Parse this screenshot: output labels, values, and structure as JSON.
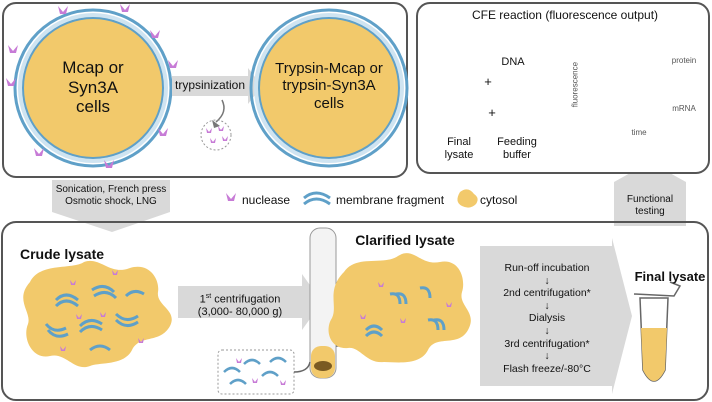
{
  "top_left": {
    "cell_left": [
      "Mcap or",
      "Syn3A",
      "cells"
    ],
    "process": "trypsinization",
    "cell_right": [
      "Trypsin-Mcap or",
      "trypsin-Syn3A",
      "cells"
    ]
  },
  "cfe": {
    "title": "CFE reaction (fluorescence output)",
    "dna": "DNA",
    "plus": "+",
    "final_lysate": [
      "Final",
      "lysate"
    ],
    "feeding_buffer": [
      "Feeding",
      "buffer"
    ],
    "y_axis": "fluorescence",
    "x_axis": "time",
    "series_protein": "protein",
    "series_mrna": "mRNA",
    "colors": {
      "protein": "#e35fd2",
      "mrna": "#6aa84f"
    }
  },
  "arrows": {
    "lysis": [
      "Sonication, French press",
      "Osmotic shock, LNG"
    ],
    "testing": [
      "Functional",
      "testing"
    ]
  },
  "legend": {
    "nuclease": "nuclease",
    "membrane": "membrane fragment",
    "cytosol": "cytosol"
  },
  "bottom": {
    "crude": "Crude lysate",
    "centrifugation_1": "centrifugation",
    "centrifugation_1_num": "1",
    "centrifugation_1_sup": "st",
    "centrifugation_1_range": "(3,000- 80,000 g)",
    "clarified": "Clarified lysate",
    "steps": [
      "Run-off incubation",
      "↓",
      "2nd centrifugation*",
      "↓",
      "Dialysis",
      "↓",
      "3rd centrifugation*",
      "↓",
      "Flash freeze/-80°C"
    ],
    "final": "Final lysate"
  },
  "palette": {
    "cytosol": "#f2c96b",
    "membrane": "#5fa0c8",
    "nuclease": "#c77bd6",
    "grey": "#d9d9d9"
  }
}
